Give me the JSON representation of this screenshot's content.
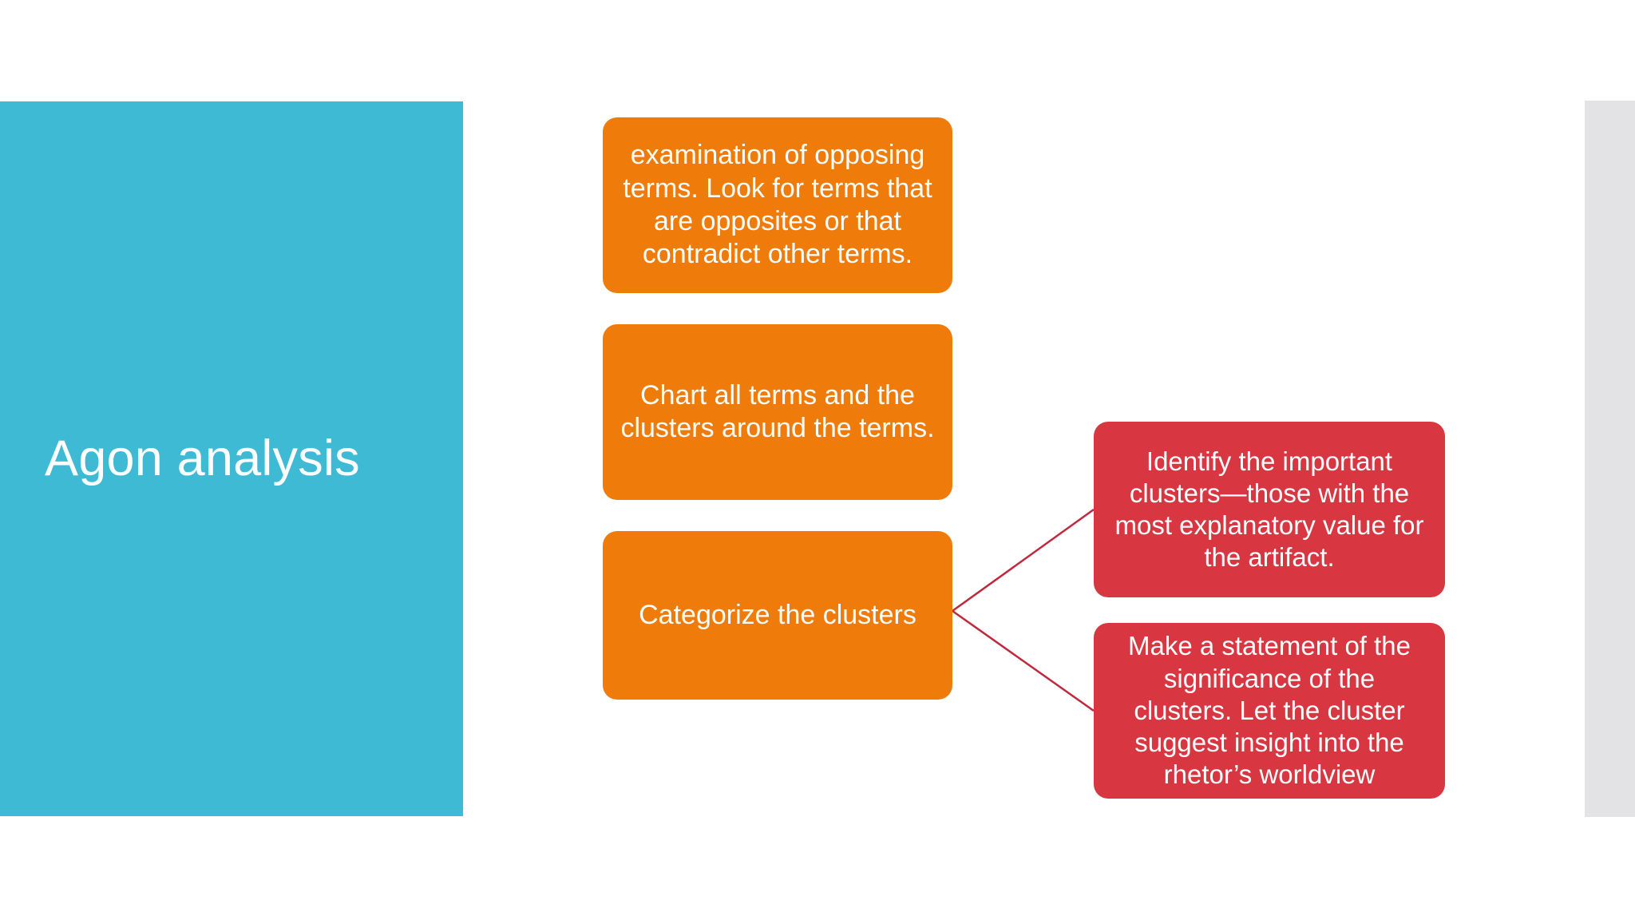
{
  "slide": {
    "title": "Agon analysis",
    "background_color": "#FFFFFF",
    "title_panel_color": "#3EBAD4",
    "side_strip_color": "#E3E2E4",
    "accent_orange": "#EF7B0B",
    "accent_red": "#D83640",
    "connector_color": "#C0283D"
  },
  "process": {
    "steps": [
      {
        "id": "step-1",
        "color": "#EF7B0B",
        "text": "examination of opposing terms. Look for terms that are opposites or that contradict other terms."
      },
      {
        "id": "step-2",
        "color": "#EF7B0B",
        "text": "Chart all terms and the clusters around the terms."
      },
      {
        "id": "step-3",
        "color": "#EF7B0B",
        "text": "Categorize the clusters"
      }
    ],
    "branches": [
      {
        "id": "branch-1",
        "color": "#D83640",
        "text": "Identify the important clusters—those with the most explanatory value for the artifact."
      },
      {
        "id": "branch-2",
        "color": "#D83640",
        "text": "Make a statement of the significance of the clusters. Let the cluster suggest insight into the rhetor’s worldview"
      }
    ]
  }
}
